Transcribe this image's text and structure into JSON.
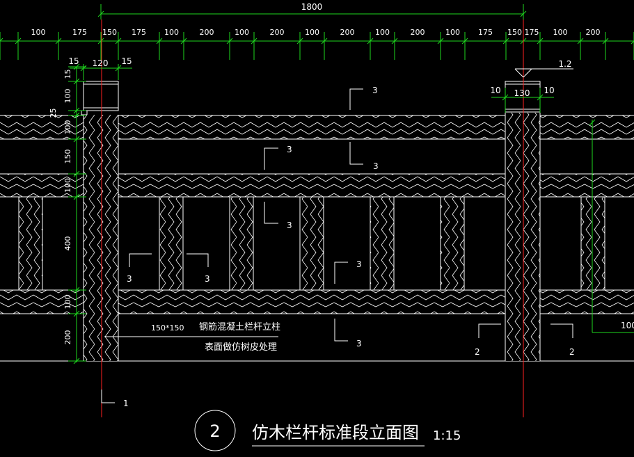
{
  "colors": {
    "background": "#000000",
    "outline": "#ffffff",
    "dimension": "#1ed91e",
    "centerline": "#ff2020"
  },
  "top_dimensions": {
    "overall": "1800",
    "segments": [
      "100",
      "175",
      "150",
      "175",
      "100",
      "200",
      "100",
      "200",
      "100",
      "200",
      "100",
      "200",
      "100",
      "175",
      "150",
      "175",
      "100",
      "200"
    ]
  },
  "post_dimensions": {
    "left_side_a": "15",
    "left_width": "120",
    "left_side_b": "15",
    "right_side_a": "10",
    "right_width": "130",
    "right_side_b": "10",
    "slope": "1.2"
  },
  "vertical_dimensions": [
    "15",
    "100",
    "25",
    "100",
    "150",
    "100",
    "400",
    "100",
    "200"
  ],
  "right_dimension": "100",
  "leaders": {
    "tag_3": "3",
    "tag_2": "2",
    "tag_1": "1",
    "post_size": "150*150",
    "note_line1": "钢筋混凝土栏杆立柱",
    "note_line2": "表面做仿树皮处理"
  },
  "title": {
    "number": "2",
    "text": "仿木栏杆标准段立面图",
    "scale": "1:15"
  }
}
